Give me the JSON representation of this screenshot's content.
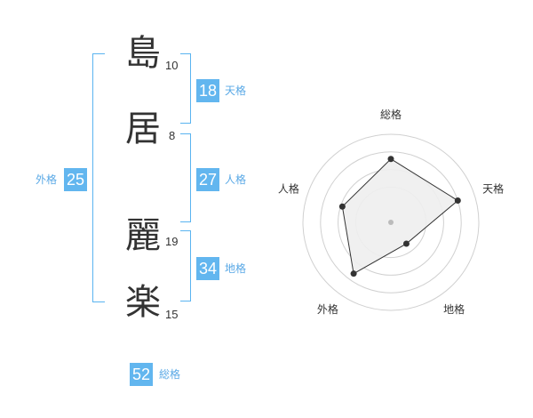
{
  "name": {
    "chars": [
      {
        "char": "島",
        "strokes": "10"
      },
      {
        "char": "居",
        "strokes": "8"
      },
      {
        "char": "麗",
        "strokes": "19"
      },
      {
        "char": "楽",
        "strokes": "15"
      }
    ]
  },
  "fortunes": {
    "tenkaku": {
      "value": "18",
      "label": "天格"
    },
    "jinkaku": {
      "value": "27",
      "label": "人格"
    },
    "chikaku": {
      "value": "34",
      "label": "地格"
    },
    "gaikaku": {
      "value": "25",
      "label": "外格"
    },
    "soukaku": {
      "value": "52",
      "label": "総格"
    }
  },
  "chart_data": {
    "type": "radar",
    "axes": [
      "総格",
      "天格",
      "地格",
      "外格",
      "人格"
    ],
    "values": [
      0.72,
      0.8,
      0.3,
      0.72,
      0.58
    ],
    "range": [
      0,
      1
    ],
    "colors": {
      "fill": "#eeeeee",
      "line": "#333333",
      "grid": "#d0d0d0",
      "center": "#bbbbbb"
    }
  }
}
